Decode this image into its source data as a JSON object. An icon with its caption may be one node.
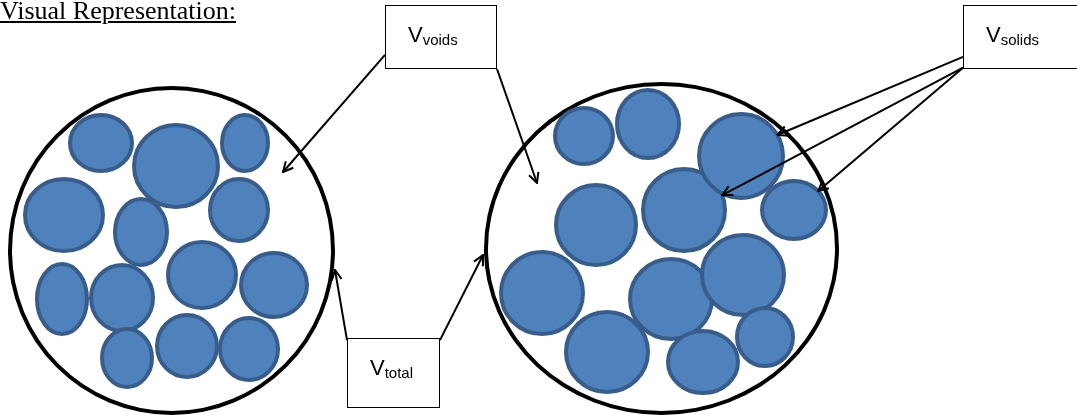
{
  "diagram": {
    "title": "Visual Representation:",
    "nodes": [
      {
        "text": [
          "V$_{voids}$"
        ]
      },
      {
        "text": [
          "V$_{solids}$"
        ]
      },
      {
        "text": [
          "V$_{total}$"
        ]
      },
      {
        "text": [],
        "shape": "circle"
      },
      {
        "text": [],
        "shape": "circle"
      },
      {
        "text": [],
        "shape": "circle",
        "in": 4
      },
      {
        "text": [],
        "shape": "circle",
        "in": 4
      },
      {
        "text": [],
        "shape": "circle",
        "in": 4
      }
    ],
    "edges": [
      {
        "from": 0,
        "to": 3,
        "arrow": "to"
      },
      {
        "from": 0,
        "to": 4,
        "arrow": "to"
      },
      {
        "from": 1,
        "to": 5,
        "arrow": "to"
      },
      {
        "from": 1,
        "to": 6,
        "arrow": "to"
      },
      {
        "from": 1,
        "to": 7,
        "arrow": "to"
      },
      {
        "from": 2,
        "to": 3,
        "arrow": "to"
      },
      {
        "from": 2,
        "to": 4,
        "arrow": "to"
      }
    ]
  }
}
